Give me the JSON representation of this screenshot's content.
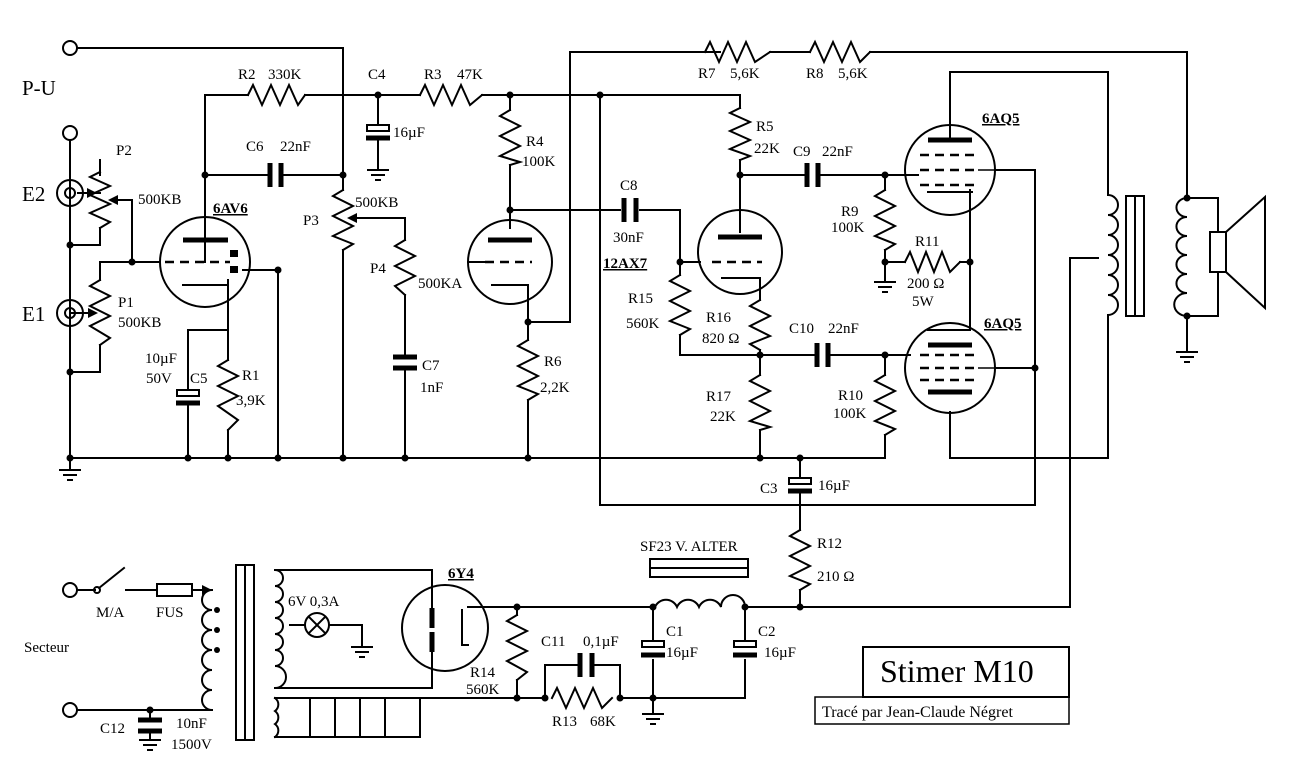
{
  "title": "Stimer M10",
  "credit": "Tracé par Jean-Claude Négret",
  "inputs": {
    "pu": "P-U",
    "e2": "E2",
    "e1": "E1",
    "mains": "Secteur"
  },
  "tubes": {
    "v1": "6AV6",
    "v2": "12AX7",
    "v3": "6AQ5",
    "v4": "6AQ5",
    "rect": "6Y4"
  },
  "parts": {
    "R2": "R2",
    "R2v": "330K",
    "C4": "C4",
    "R3": "R3",
    "R3v": "47K",
    "C4v": "16µF",
    "P2": "P2",
    "P2v": "500KB",
    "C6": "C6",
    "C6v": "22nF",
    "P3": "P3",
    "P3v": "500KB",
    "P4": "P4",
    "P4v": "500KA",
    "P1": "P1",
    "P1v": "500KB",
    "C5v1": "10µF",
    "C5v2": "50V",
    "C5": "C5",
    "R1": "R1",
    "R1v": "3,9K",
    "C7": "C7",
    "C7v": "1nF",
    "R4": "R4",
    "R4v": "100K",
    "R6": "R6",
    "R6v": "2,2K",
    "C8": "C8",
    "C8v": "30nF",
    "R15": "R15",
    "R15v": "560K",
    "R5": "R5",
    "R5v": "22K",
    "R16": "R16",
    "R16v": "820 Ω",
    "R17": "R17",
    "R17v": "22K",
    "C9": "C9",
    "C9v": "22nF",
    "R9": "R9",
    "R9v": "100K",
    "R11": "R11",
    "R11v1": "200 Ω",
    "R11v2": "5W",
    "C10": "C10",
    "C10v": "22nF",
    "R10": "R10",
    "R10v": "100K",
    "R7": "R7",
    "R7v": "5,6K",
    "R8": "R8",
    "R8v": "5,6K",
    "C3": "C3",
    "C3v": "16µF",
    "R12": "R12",
    "R12v": "210 Ω",
    "choke": "SF23 V. ALTER",
    "C1": "C1",
    "C1v": "16µF",
    "C2": "C2",
    "C2v": "16µF",
    "C11": "C11",
    "C11v": "0,1µF",
    "R13": "R13",
    "R13v": "68K",
    "R14": "R14",
    "R14v": "560K",
    "lamp": "6V 0,3A",
    "switch": "M/A",
    "fuse": "FUS",
    "C12": "C12",
    "C12v1": "10nF",
    "C12v2": "1500V"
  }
}
